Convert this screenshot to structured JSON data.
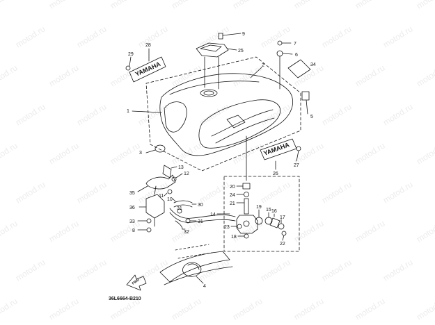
{
  "watermark": "motod.ru",
  "diagram_code": "36L6664-B210",
  "tank_badge_text": "YAMAHA",
  "emblem_left_text": "YAMAHA",
  "arrow_text": "FWD",
  "labels": {
    "1": "1",
    "2": "2",
    "3": "3",
    "4": "4",
    "5": "5",
    "6": "6",
    "7": "7",
    "8": "8",
    "9": "9",
    "10": "10",
    "11": "11",
    "12": "12",
    "13": "13",
    "14": "14",
    "15": "15",
    "16": "16",
    "17": "17",
    "18": "18",
    "19": "19",
    "20": "20",
    "21": "21",
    "22": "22",
    "23": "23",
    "24": "24",
    "25": "25",
    "26": "26",
    "27": "27",
    "28": "28",
    "29": "29",
    "30": "30",
    "31a": "31",
    "31b": "31",
    "32": "32",
    "33": "33",
    "34": "34",
    "35": "35",
    "36": "36"
  },
  "colors": {
    "line": "#111111",
    "watermark": "#ececec",
    "background": "#ffffff"
  }
}
